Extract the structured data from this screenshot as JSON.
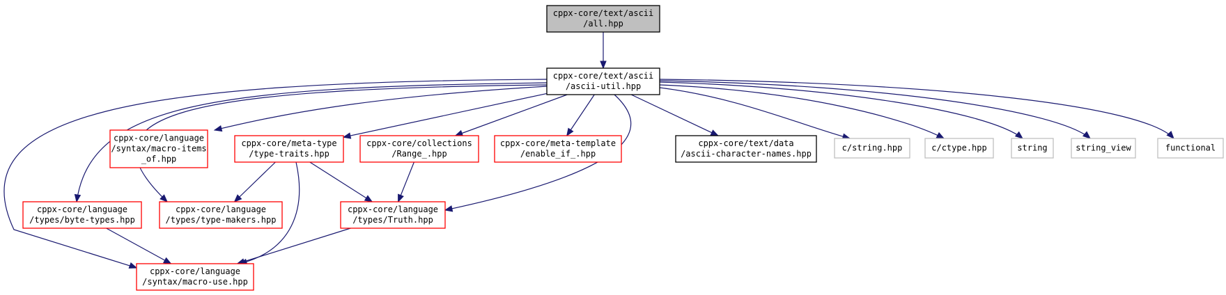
{
  "colors": {
    "edge": "#191970",
    "root_fill": "#bfbfbf",
    "documented_border": "#000000",
    "undocumented_border": "#ff0000",
    "system_border": "#bfbfbf",
    "text": "#000000"
  },
  "nodes": {
    "all_hpp": {
      "lines": [
        "cppx-core/text/ascii",
        "/all.hpp"
      ],
      "kind": "root"
    },
    "ascii_util": {
      "lines": [
        "cppx-core/text/ascii",
        "/ascii-util.hpp"
      ],
      "kind": "documented"
    },
    "macro_items_of": {
      "lines": [
        "cppx-core/language",
        "/syntax/macro-items",
        "_of.hpp"
      ],
      "kind": "undocumented"
    },
    "type_traits": {
      "lines": [
        "cppx-core/meta-type",
        "/type-traits.hpp"
      ],
      "kind": "undocumented"
    },
    "range": {
      "lines": [
        "cppx-core/collections",
        "/Range_.hpp"
      ],
      "kind": "undocumented"
    },
    "enable_if": {
      "lines": [
        "cppx-core/meta-template",
        "/enable_if_.hpp"
      ],
      "kind": "undocumented"
    },
    "ascii_char_names": {
      "lines": [
        "cppx-core/text/data",
        "/ascii-character-names.hpp"
      ],
      "kind": "documented"
    },
    "c_string": {
      "lines": [
        "c/string.hpp"
      ],
      "kind": "system"
    },
    "c_ctype": {
      "lines": [
        "c/ctype.hpp"
      ],
      "kind": "system"
    },
    "string": {
      "lines": [
        "string"
      ],
      "kind": "system"
    },
    "string_view": {
      "lines": [
        "string_view"
      ],
      "kind": "system"
    },
    "functional": {
      "lines": [
        "functional"
      ],
      "kind": "system"
    },
    "byte_types": {
      "lines": [
        "cppx-core/language",
        "/types/byte-types.hpp"
      ],
      "kind": "undocumented"
    },
    "type_makers": {
      "lines": [
        "cppx-core/language",
        "/types/type-makers.hpp"
      ],
      "kind": "undocumented"
    },
    "truth": {
      "lines": [
        "cppx-core/language",
        "/types/Truth.hpp"
      ],
      "kind": "undocumented"
    },
    "macro_use": {
      "lines": [
        "cppx-core/language",
        "/syntax/macro-use.hpp"
      ],
      "kind": "undocumented"
    }
  },
  "edges": [
    [
      "all_hpp",
      "ascii_util"
    ],
    [
      "ascii_util",
      "macro_items_of"
    ],
    [
      "ascii_util",
      "type_traits"
    ],
    [
      "ascii_util",
      "range"
    ],
    [
      "ascii_util",
      "enable_if"
    ],
    [
      "ascii_util",
      "ascii_char_names"
    ],
    [
      "ascii_util",
      "c_string"
    ],
    [
      "ascii_util",
      "c_ctype"
    ],
    [
      "ascii_util",
      "string"
    ],
    [
      "ascii_util",
      "string_view"
    ],
    [
      "ascii_util",
      "functional"
    ],
    [
      "ascii_util",
      "byte_types"
    ],
    [
      "ascii_util",
      "type_makers"
    ],
    [
      "ascii_util",
      "truth"
    ],
    [
      "ascii_util",
      "macro_use"
    ],
    [
      "type_traits",
      "type_makers"
    ],
    [
      "type_traits",
      "truth"
    ],
    [
      "type_traits",
      "macro_use"
    ],
    [
      "range",
      "truth"
    ],
    [
      "byte_types",
      "macro_use"
    ],
    [
      "truth",
      "macro_use"
    ]
  ]
}
